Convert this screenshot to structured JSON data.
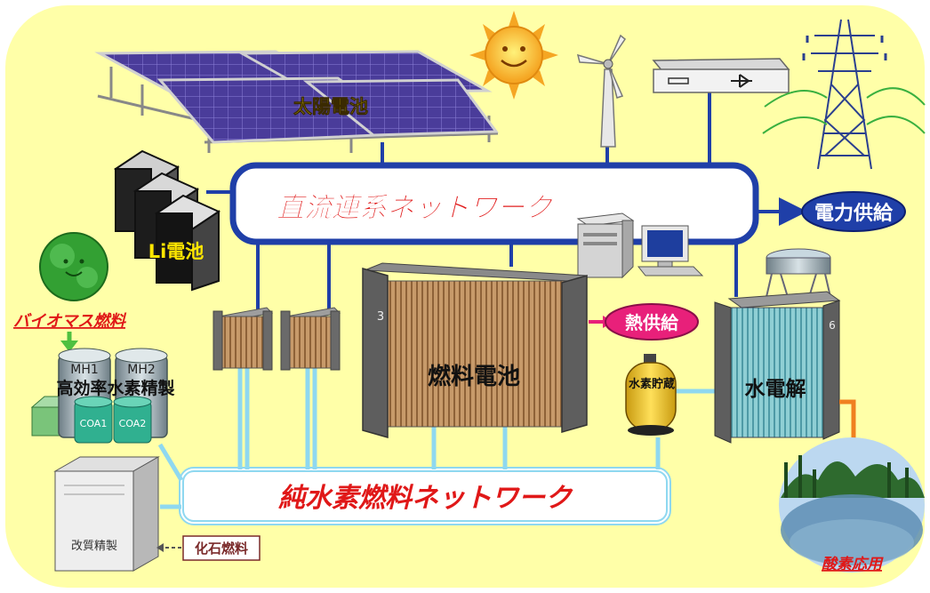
{
  "network": {
    "dc_label": "直流連系ネットワーク",
    "h2_label": "純水素燃料ネットワーク"
  },
  "equipment": {
    "solar": "太陽電池",
    "li_battery": "Li電池",
    "fuel_cell": "燃料電池",
    "electrolyzer": "水電解",
    "h2_storage": "水素貯蔵",
    "purifier": "高効率水素精製",
    "mh1": "MH1",
    "mh2": "MH2",
    "coa1": "COA1",
    "coa2": "COA2",
    "reformer": "改質精製",
    "fuel_cell_tag": "3",
    "electrolyzer_tag": "6"
  },
  "outputs": {
    "power": "電力供給",
    "heat": "熱供給",
    "oxygen": "酸素応用"
  },
  "inputs": {
    "biomass": "バイオマス燃料",
    "fossil": "化石燃料"
  },
  "colors": {
    "background": "#FFFFA8",
    "dc_network": "#1F3FA8",
    "h2_network": "#8FD8F0",
    "network_text": "#E01818",
    "arrow_power": "#1F3FA8",
    "arrow_heat": "#E8207A",
    "arrow_oxygen": "#F08020",
    "arrow_biomass": "#4FC040"
  }
}
